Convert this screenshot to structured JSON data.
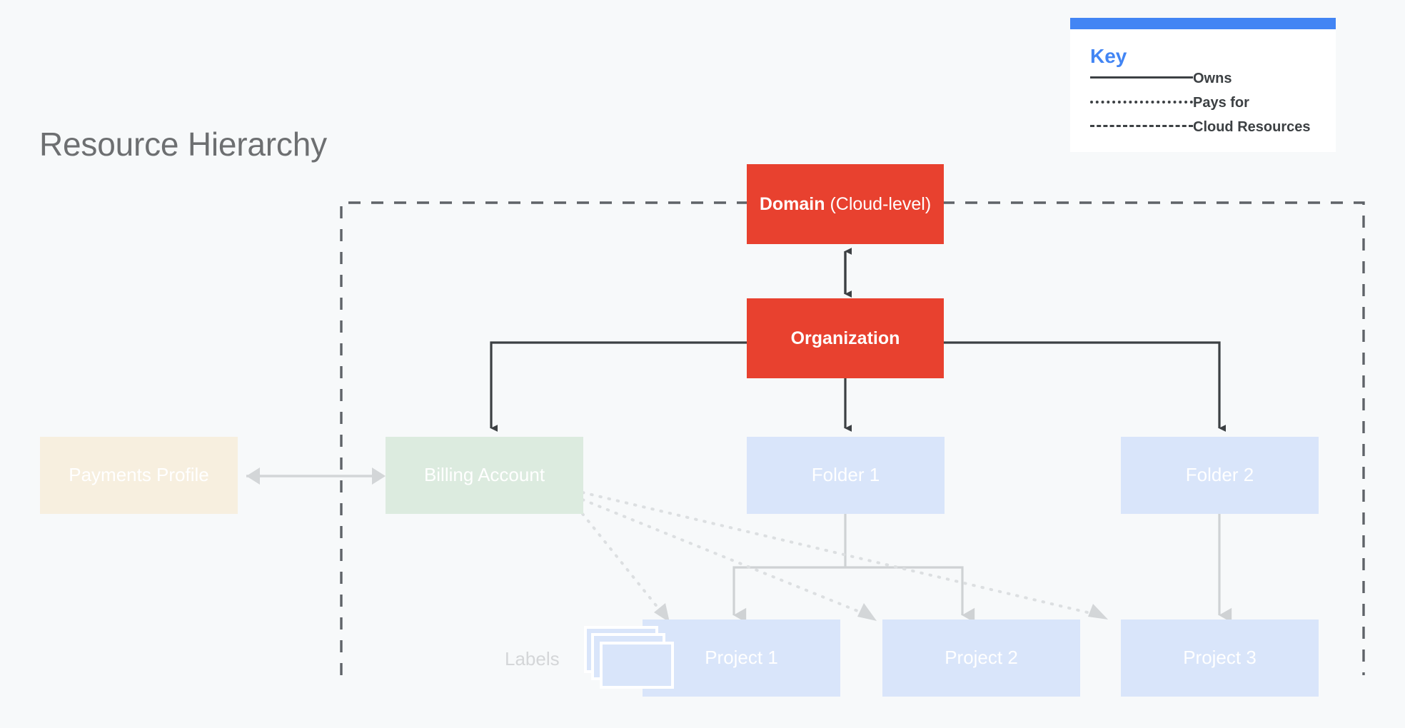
{
  "page": {
    "title": "Resource Hierarchy",
    "background_color": "#f7f9fa"
  },
  "key": {
    "title": "Key",
    "accent_color": "#4285f4",
    "items": [
      {
        "style": "solid",
        "label": "Owns"
      },
      {
        "style": "dotted",
        "label": "Pays for"
      },
      {
        "style": "dashed",
        "label": "Cloud Resources"
      }
    ]
  },
  "nodes": {
    "domain": {
      "label_strong": "Domain",
      "label_light": " (Cloud-level)",
      "color": "#e8412f"
    },
    "organization": {
      "label": "Organization",
      "color": "#e8412f"
    },
    "payments_profile": {
      "label": "Payments Profile",
      "color": "#f7efdf"
    },
    "billing_account": {
      "label": "Billing Account",
      "color": "#dcebdf"
    },
    "folder_1": {
      "label": "Folder 1",
      "color": "#d9e5fa"
    },
    "folder_2": {
      "label": "Folder 2",
      "color": "#d9e5fa"
    },
    "project_1": {
      "label": "Project 1",
      "color": "#d9e5fa"
    },
    "project_2": {
      "label": "Project 2",
      "color": "#d9e5fa"
    },
    "project_3": {
      "label": "Project 3",
      "color": "#d9e5fa"
    },
    "labels": {
      "label": "Labels",
      "color": "#d9e5fa"
    }
  },
  "boundary": {
    "name": "Cloud Resources",
    "style": "dashed",
    "color": "#5f6368"
  }
}
